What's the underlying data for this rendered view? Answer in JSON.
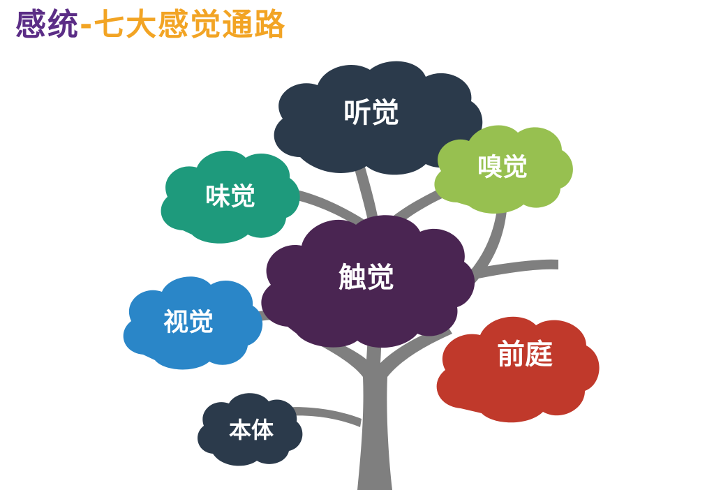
{
  "title": {
    "part1": "感统",
    "separator": "-",
    "part2": "七大感觉通路"
  },
  "colors": {
    "title_primary": "#5b2d86",
    "title_accent": "#f2a424",
    "trunk": "#7f7f7f"
  },
  "clouds": [
    {
      "id": "hearing",
      "label": "听觉",
      "color": "#2b3a4b"
    },
    {
      "id": "smell",
      "label": "嗅觉",
      "color": "#97c050"
    },
    {
      "id": "taste",
      "label": "味觉",
      "color": "#1e9a7c"
    },
    {
      "id": "touch",
      "label": "触觉",
      "color": "#4a2552"
    },
    {
      "id": "vision",
      "label": "视觉",
      "color": "#2a86c8"
    },
    {
      "id": "vestibular",
      "label": "前庭",
      "color": "#c0392b"
    },
    {
      "id": "proprioception",
      "label": "本体",
      "color": "#2b3a4b"
    }
  ]
}
